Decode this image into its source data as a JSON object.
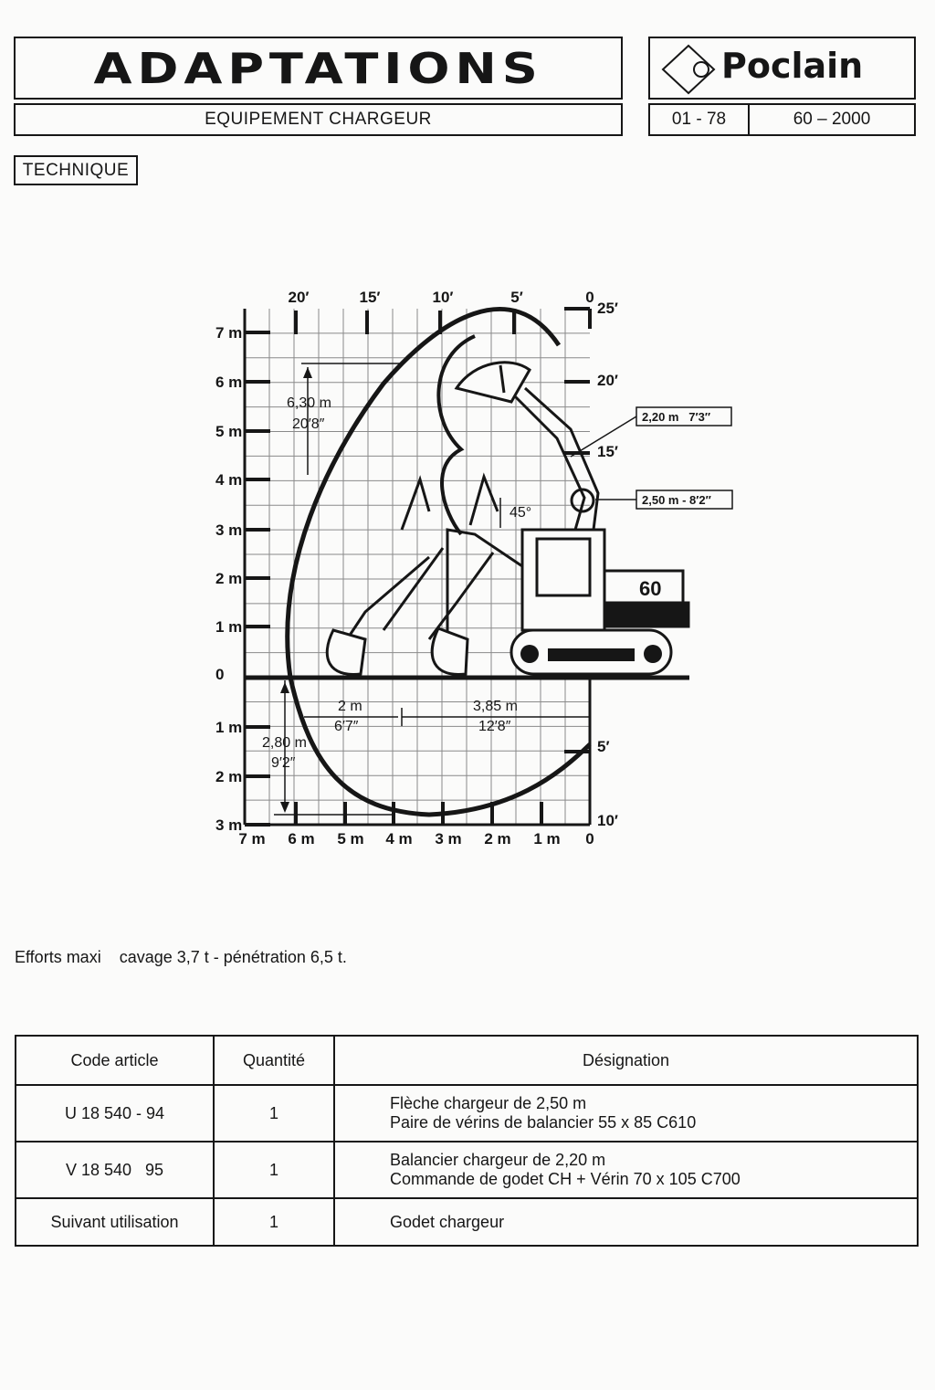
{
  "header": {
    "title": "ADAPTATIONS",
    "subtitle": "EQUIPEMENT CHARGEUR",
    "brand": "Poclain",
    "date_code": "01 - 78",
    "model_code": "60 – 2000",
    "section": "TECHNIQUE"
  },
  "diagram": {
    "top_ft_ticks": [
      "20′",
      "15′",
      "10′",
      "5′",
      "0"
    ],
    "right_ft_ticks": [
      "25′",
      "20′",
      "15′",
      "5′",
      "10′"
    ],
    "left_m_ticks": [
      "7 m",
      "6 m",
      "5 m",
      "4 m",
      "3 m",
      "2 m",
      "1 m",
      "0",
      "1 m",
      "2 m",
      "3 m"
    ],
    "bottom_m_ticks": [
      "7 m",
      "6 m",
      "5 m",
      "4 m",
      "3 m",
      "2 m",
      "1 m",
      "0"
    ],
    "height_metric": "6,30 m",
    "height_imperial": "20′8″",
    "depth_metric": "2,80 m",
    "depth_imperial": "9′2″",
    "reach_a_metric": "2 m",
    "reach_a_imperial": "6′7″",
    "reach_b_metric": "3,85 m",
    "reach_b_imperial": "12′8″",
    "angle": "45°",
    "stick_length": "2,20 m   7′3″",
    "boom_length": "2,50 m - 8′2″",
    "machine_label": "60"
  },
  "forces": {
    "label": "Efforts maxi",
    "value": "cavage 3,7 t - pénétration 6,5 t."
  },
  "parts_table": {
    "headers": [
      "Code article",
      "Quantité",
      "Désignation"
    ],
    "rows": [
      {
        "code": "U 18 540 - 94",
        "qty": "1",
        "line1": "Flèche chargeur de 2,50 m",
        "line2": "Paire de vérins de balancier 55 x 85 C610"
      },
      {
        "code": "V 18 540   95",
        "qty": "1",
        "line1": "Balancier chargeur de 2,20 m",
        "line2": "Commande de godet CH + Vérin 70 x 105 C700"
      },
      {
        "code": "Suivant utilisation",
        "qty": "1",
        "line1": "Godet chargeur",
        "line2": ""
      }
    ]
  },
  "colors": {
    "ink": "#161616",
    "paper": "#fbfbfa",
    "grid": "#8a8a8a"
  }
}
